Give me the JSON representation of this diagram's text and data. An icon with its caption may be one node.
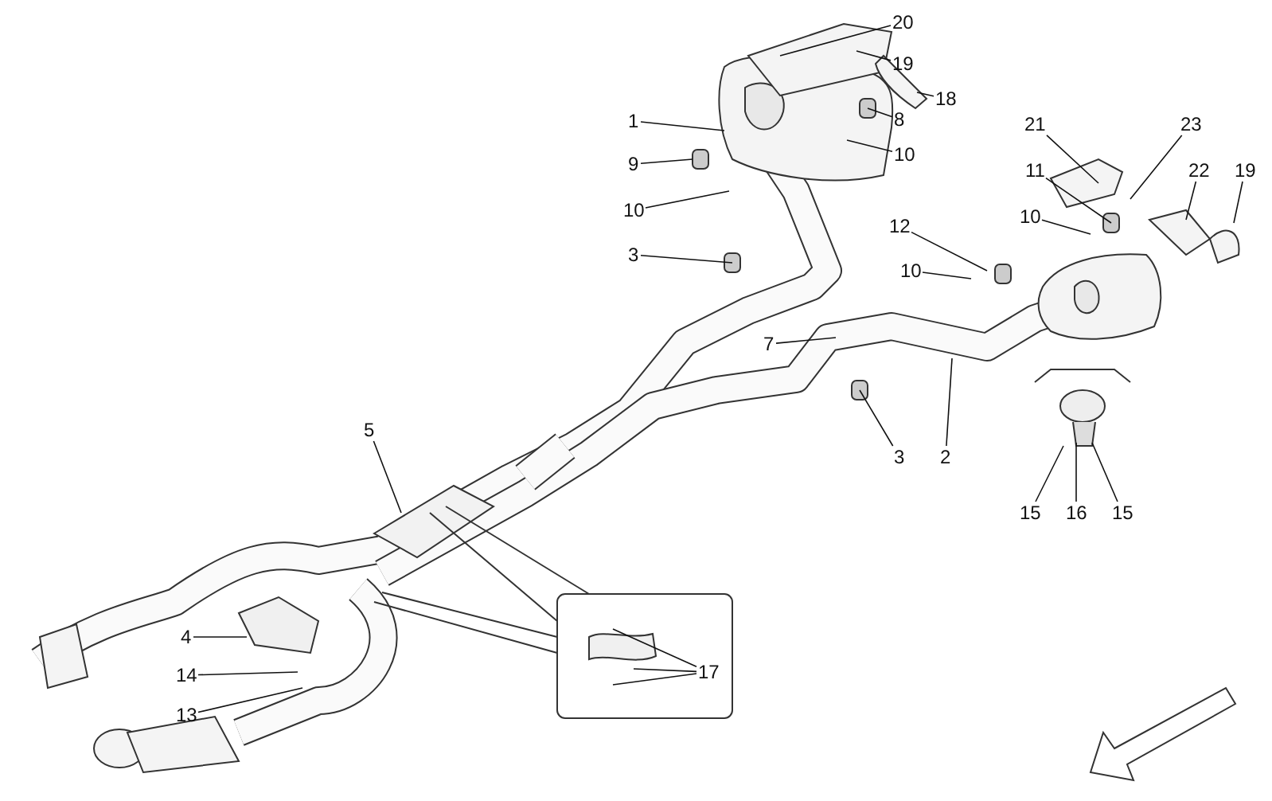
{
  "diagram": {
    "nodes": [
      {
        "text": [
          "20"
        ]
      },
      {
        "text": [
          "19"
        ]
      },
      {
        "text": [
          "18"
        ]
      },
      {
        "text": [
          "1"
        ]
      },
      {
        "text": [
          "8"
        ]
      },
      {
        "text": [
          "9"
        ]
      },
      {
        "text": [
          "10"
        ]
      },
      {
        "text": [
          "10"
        ]
      },
      {
        "text": [
          "21"
        ]
      },
      {
        "text": [
          "23"
        ]
      },
      {
        "text": [
          "11"
        ]
      },
      {
        "text": [
          "22"
        ]
      },
      {
        "text": [
          "19"
        ]
      },
      {
        "text": [
          "10"
        ]
      },
      {
        "text": [
          "12"
        ]
      },
      {
        "text": [
          "10"
        ]
      },
      {
        "text": [
          "3"
        ]
      },
      {
        "text": [
          "7"
        ]
      },
      {
        "text": [
          "3"
        ]
      },
      {
        "text": [
          "2"
        ]
      },
      {
        "text": [
          "5"
        ]
      },
      {
        "text": [
          "15"
        ]
      },
      {
        "text": [
          "16"
        ]
      },
      {
        "text": [
          "15"
        ]
      },
      {
        "text": [
          "4"
        ]
      },
      {
        "text": [
          "14"
        ]
      },
      {
        "text": [
          "13"
        ]
      },
      {
        "text": [
          "17"
        ]
      }
    ],
    "edges": [
      {
        "from": 0,
        "to": null,
        "arrow": "none"
      },
      {
        "from": 1,
        "to": null,
        "arrow": "none"
      },
      {
        "from": 2,
        "to": null,
        "arrow": "none"
      },
      {
        "from": 3,
        "to": null,
        "arrow": "none"
      },
      {
        "from": 4,
        "to": null,
        "arrow": "none"
      },
      {
        "from": 5,
        "to": null,
        "arrow": "none"
      },
      {
        "from": 6,
        "to": null,
        "arrow": "none"
      },
      {
        "from": 7,
        "to": null,
        "arrow": "none"
      },
      {
        "from": 8,
        "to": null,
        "arrow": "none"
      },
      {
        "from": 9,
        "to": null,
        "arrow": "none"
      },
      {
        "from": 10,
        "to": null,
        "arrow": "none"
      },
      {
        "from": 11,
        "to": null,
        "arrow": "none"
      },
      {
        "from": 12,
        "to": null,
        "arrow": "none"
      },
      {
        "from": 13,
        "to": null,
        "arrow": "none"
      },
      {
        "from": 14,
        "to": null,
        "arrow": "none"
      },
      {
        "from": 15,
        "to": null,
        "arrow": "none"
      },
      {
        "from": 16,
        "to": null,
        "arrow": "none"
      },
      {
        "from": 17,
        "to": null,
        "arrow": "none"
      },
      {
        "from": 18,
        "to": null,
        "arrow": "none"
      },
      {
        "from": 19,
        "to": null,
        "arrow": "none"
      },
      {
        "from": 20,
        "to": null,
        "arrow": "none"
      },
      {
        "from": 21,
        "to": null,
        "arrow": "none"
      },
      {
        "from": 22,
        "to": null,
        "arrow": "none"
      },
      {
        "from": 23,
        "to": null,
        "arrow": "none"
      },
      {
        "from": 24,
        "to": null,
        "arrow": "none"
      },
      {
        "from": 25,
        "to": null,
        "arrow": "none"
      },
      {
        "from": 26,
        "to": null,
        "arrow": "none"
      },
      {
        "from": 27,
        "to": null,
        "arrow": "none"
      },
      {
        "from": 27,
        "to": null,
        "arrow": "none"
      },
      {
        "from": 27,
        "to": null,
        "arrow": "none"
      }
    ]
  }
}
